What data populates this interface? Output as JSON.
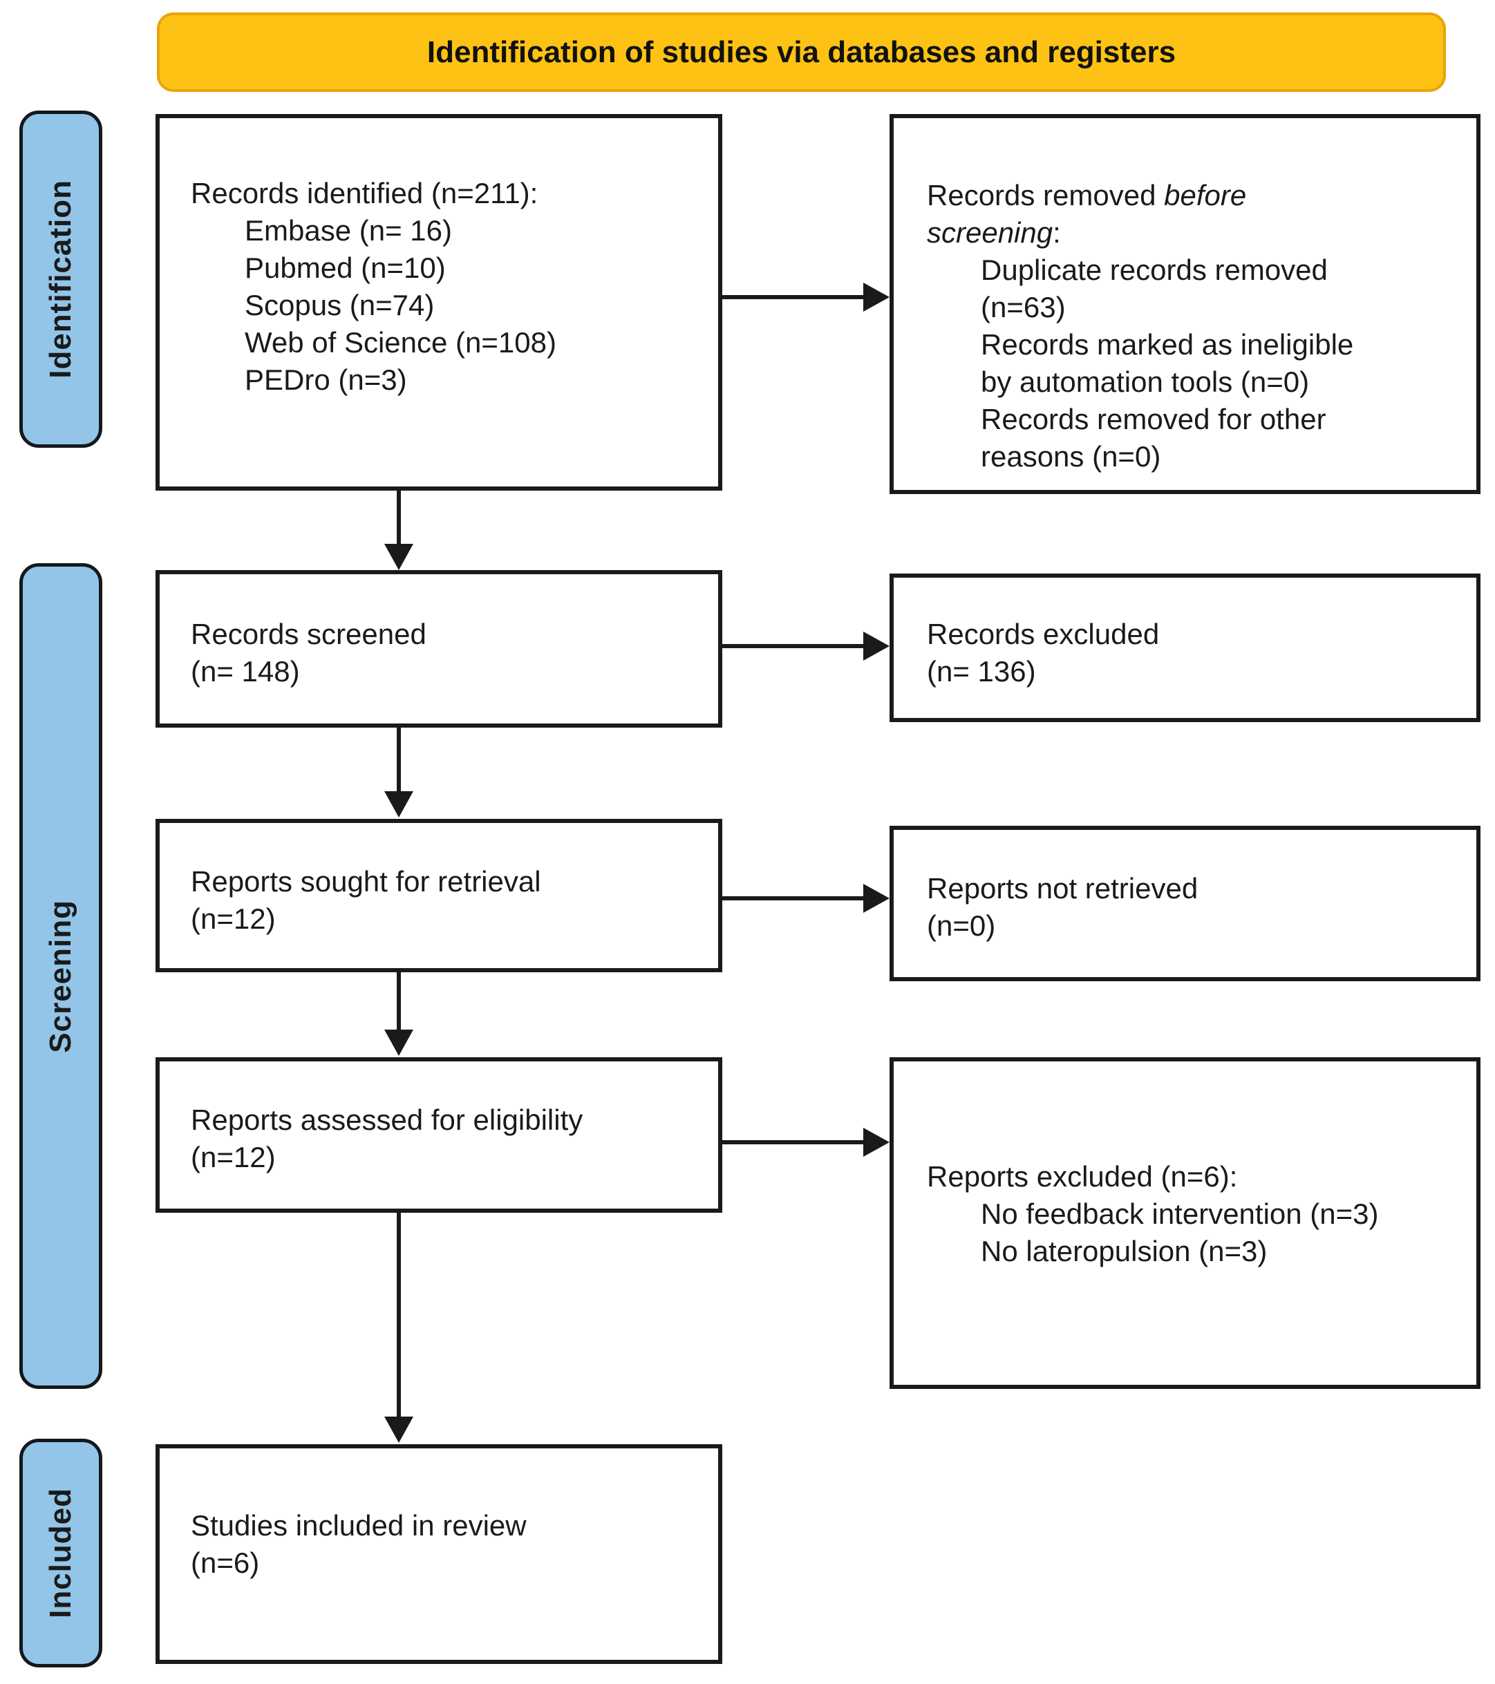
{
  "banner": {
    "label": "Identification of studies via databases and registers"
  },
  "stages": [
    {
      "label": "Identification"
    },
    {
      "label": "Screening"
    },
    {
      "label": "Included"
    }
  ],
  "colors": {
    "banner-bg": "#FDC213",
    "banner-border": "#E8A50A",
    "stage-bg": "#92C5E8",
    "stroke": "#1A1A1A",
    "text": "#1A1A1A",
    "box-bg": "#FFFFFF"
  },
  "flow": {
    "records_identified": {
      "lines": [
        {
          "indent": 0,
          "segments": [
            {
              "text": "Records identified (n=211):"
            }
          ]
        },
        {
          "indent": 1,
          "segments": [
            {
              "text": "Embase (n= 16)"
            }
          ]
        },
        {
          "indent": 1,
          "segments": [
            {
              "text": "Pubmed (n=10)"
            }
          ]
        },
        {
          "indent": 1,
          "segments": [
            {
              "text": "Scopus (n=74)"
            }
          ]
        },
        {
          "indent": 1,
          "segments": [
            {
              "text": "Web of Science (n=108)"
            }
          ]
        },
        {
          "indent": 1,
          "segments": [
            {
              "text": "PEDro (n=3)"
            }
          ]
        }
      ]
    },
    "records_removed": {
      "lines": [
        {
          "indent": 0,
          "segments": [
            {
              "text": "Records removed "
            },
            {
              "text": "before",
              "italic": true
            }
          ]
        },
        {
          "indent": 0,
          "segments": [
            {
              "text": "screening",
              "italic": true
            },
            {
              "text": ":"
            }
          ]
        },
        {
          "indent": 1,
          "segments": [
            {
              "text": "Duplicate records removed"
            }
          ]
        },
        {
          "indent": 1,
          "segments": [
            {
              "text": "(n=63)"
            }
          ]
        },
        {
          "indent": 1,
          "segments": [
            {
              "text": "Records marked as ineligible"
            }
          ]
        },
        {
          "indent": 1,
          "segments": [
            {
              "text": "by automation tools (n=0)"
            }
          ]
        },
        {
          "indent": 1,
          "segments": [
            {
              "text": "Records removed for other"
            }
          ]
        },
        {
          "indent": 1,
          "segments": [
            {
              "text": "reasons (n=0)"
            }
          ]
        }
      ]
    },
    "records_screened": {
      "lines": [
        {
          "indent": 0,
          "segments": [
            {
              "text": "Records screened"
            }
          ]
        },
        {
          "indent": 0,
          "segments": [
            {
              "text": "(n= 148)"
            }
          ]
        }
      ]
    },
    "records_excluded": {
      "lines": [
        {
          "indent": 0,
          "segments": [
            {
              "text": "Records excluded"
            }
          ]
        },
        {
          "indent": 0,
          "segments": [
            {
              "text": "(n= 136)"
            }
          ]
        }
      ]
    },
    "reports_sought": {
      "lines": [
        {
          "indent": 0,
          "segments": [
            {
              "text": "Reports sought for retrieval"
            }
          ]
        },
        {
          "indent": 0,
          "segments": [
            {
              "text": "(n=12)"
            }
          ]
        }
      ]
    },
    "reports_not_retrieved": {
      "lines": [
        {
          "indent": 0,
          "segments": [
            {
              "text": "Reports not retrieved"
            }
          ]
        },
        {
          "indent": 0,
          "segments": [
            {
              "text": "(n=0)"
            }
          ]
        }
      ]
    },
    "reports_assessed": {
      "lines": [
        {
          "indent": 0,
          "segments": [
            {
              "text": "Reports assessed for eligibility"
            }
          ]
        },
        {
          "indent": 0,
          "segments": [
            {
              "text": "(n=12)"
            }
          ]
        }
      ]
    },
    "reports_excluded": {
      "lines": [
        {
          "indent": 0,
          "segments": [
            {
              "text": "Reports excluded (n=6):"
            }
          ]
        },
        {
          "indent": 1,
          "segments": [
            {
              "text": "No feedback intervention (n=3)"
            }
          ]
        },
        {
          "indent": 1,
          "segments": [
            {
              "text": "No lateropulsion (n=3)"
            }
          ]
        }
      ]
    },
    "studies_included": {
      "lines": [
        {
          "indent": 0,
          "segments": [
            {
              "text": "Studies included in review"
            }
          ]
        },
        {
          "indent": 0,
          "segments": [
            {
              "text": "(n=6)"
            }
          ]
        }
      ]
    }
  }
}
